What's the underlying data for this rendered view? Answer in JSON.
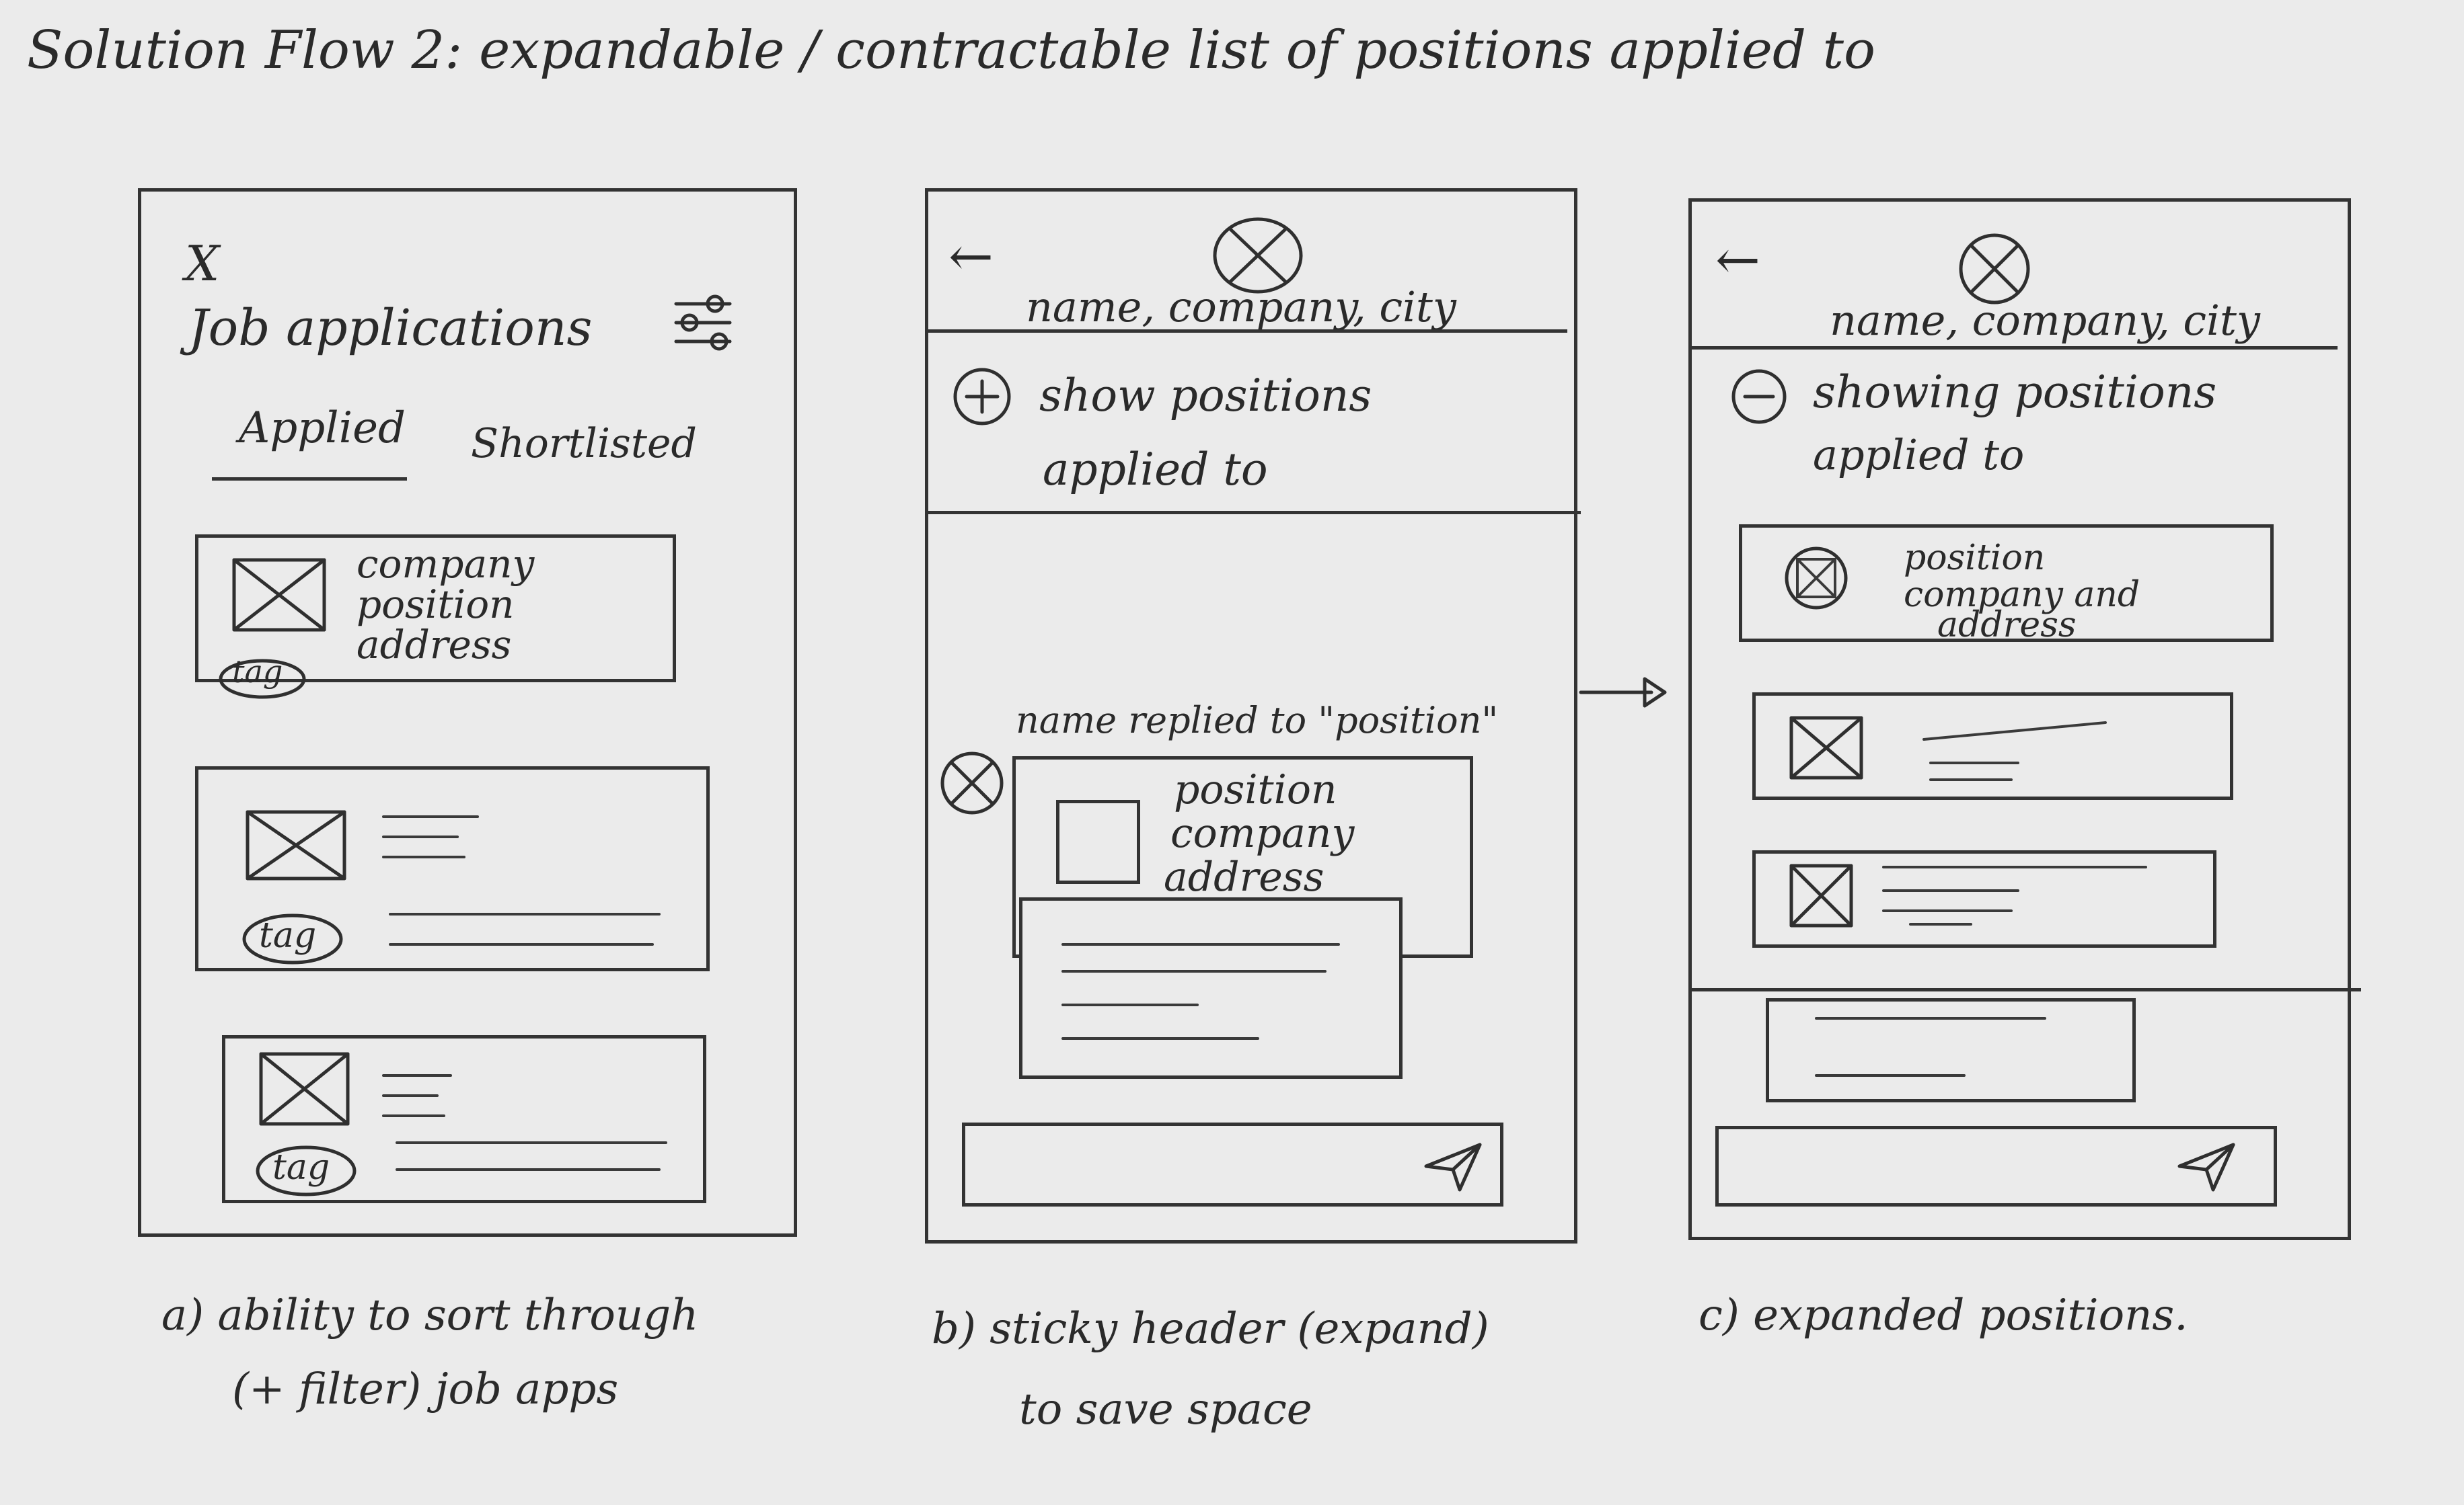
{
  "title": "Solution Flow 2: expandable / contractable list of positions applied to",
  "screen_a": {
    "close_glyph": "X",
    "heading": "Job applications",
    "tabs": [
      "Applied",
      "Shortlisted"
    ],
    "card": {
      "line1": "company",
      "line2": "position",
      "line3": "address",
      "tag": "tag"
    },
    "tag2": "tag",
    "tag3": "tag",
    "caption_line1": "a) ability to sort through",
    "caption_line2": "(+ filter) job apps"
  },
  "screen_b": {
    "back_glyph": "←",
    "header_text": "name, company, city",
    "expand_glyph": "+",
    "expand_line1": "show positions",
    "expand_line2": "applied to",
    "message": "name replied to \"position\"",
    "card": {
      "line1": "position",
      "line2": "company",
      "line3": "address"
    },
    "caption_line1": "b) sticky header (expand)",
    "caption_line2": "to save space"
  },
  "screen_c": {
    "back_glyph": "←",
    "header_text": "name, company, city",
    "collapse_glyph": "−",
    "expand_line1": "showing positions",
    "expand_line2": "applied to",
    "card": {
      "line1": "position",
      "line2": "company and",
      "line3": "address"
    },
    "caption_line1": "c) expanded positions."
  },
  "colors": {
    "paper": "#ebebeb",
    "ink": "#2f2f2f"
  }
}
